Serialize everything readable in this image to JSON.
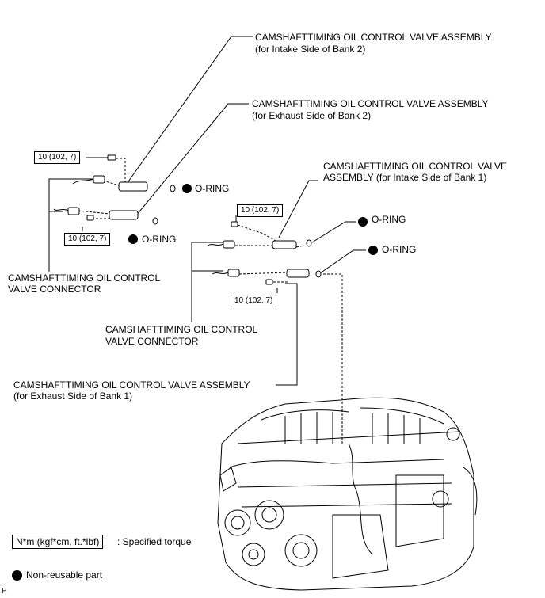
{
  "labels": {
    "ocv_intake_b2_line1": "CAMSHAFTTIMING OIL CONTROL VALVE ASSEMBLY",
    "ocv_intake_b2_line2": "(for Intake Side of Bank 2)",
    "ocv_exhaust_b2_line1": "CAMSHAFTTIMING OIL CONTROL VALVE ASSEMBLY",
    "ocv_exhaust_b2_line2": "(for Exhaust Side of Bank 2)",
    "ocv_intake_b1_line1": "CAMSHAFTTIMING OIL CONTROL VALVE",
    "ocv_intake_b1_line2": "ASSEMBLY (for Intake Side of Bank 1)",
    "ocv_exhaust_b1_line1": "CAMSHAFTTIMING OIL CONTROL VALVE ASSEMBLY",
    "ocv_exhaust_b1_line2": "(for Exhaust Side of Bank 1)",
    "connector_b2_line1": "CAMSHAFTTIMING OIL CONTROL",
    "connector_b2_line2": "VALVE CONNECTOR",
    "connector_b1_line1": "CAMSHAFTTIMING OIL CONTROL",
    "connector_b1_line2": "VALVE CONNECTOR",
    "oring": "O-RING"
  },
  "torques": {
    "t1": "10 (102, 7)",
    "t2": "10 (102, 7)",
    "t3": "10 (102, 7)",
    "t4": "10 (102, 7)"
  },
  "legend": {
    "torque_box": "N*m (kgf*cm, ft.*lbf)",
    "torque_desc": ": Specified torque",
    "nonreusable_desc": "Non-reusable part"
  },
  "code": "P"
}
